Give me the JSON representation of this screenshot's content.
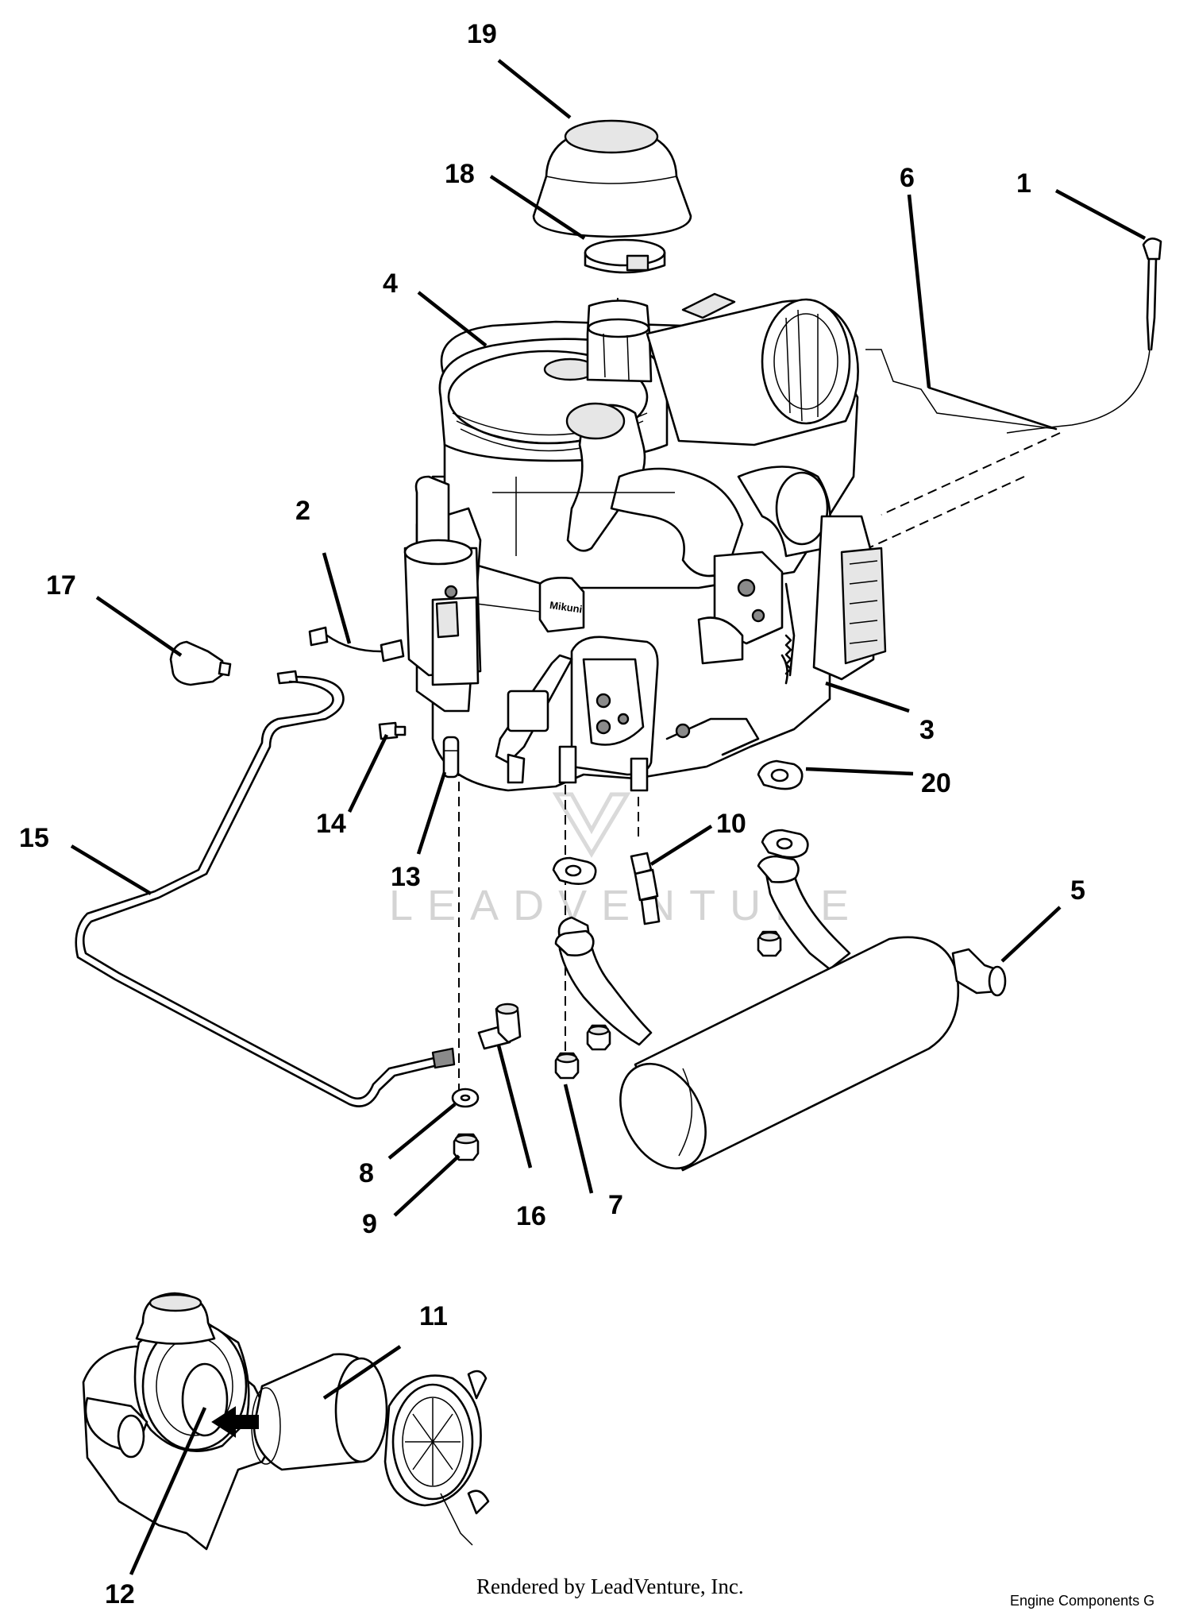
{
  "callouts": {
    "c1": "1",
    "c2": "2",
    "c3": "3",
    "c4": "4",
    "c5": "5",
    "c6": "6",
    "c7": "7",
    "c8": "8",
    "c9": "9",
    "c10": "10",
    "c11": "11",
    "c12": "12",
    "c13": "13",
    "c14": "14",
    "c15": "15",
    "c16": "16",
    "c17": "17",
    "c18": "18",
    "c19": "19",
    "c20": "20"
  },
  "engine_label": "Mikuni",
  "watermark": "LEADVENTURE",
  "footer": {
    "rendered_by": "Rendered by LeadVenture, Inc.",
    "caption": "Engine Components G"
  }
}
